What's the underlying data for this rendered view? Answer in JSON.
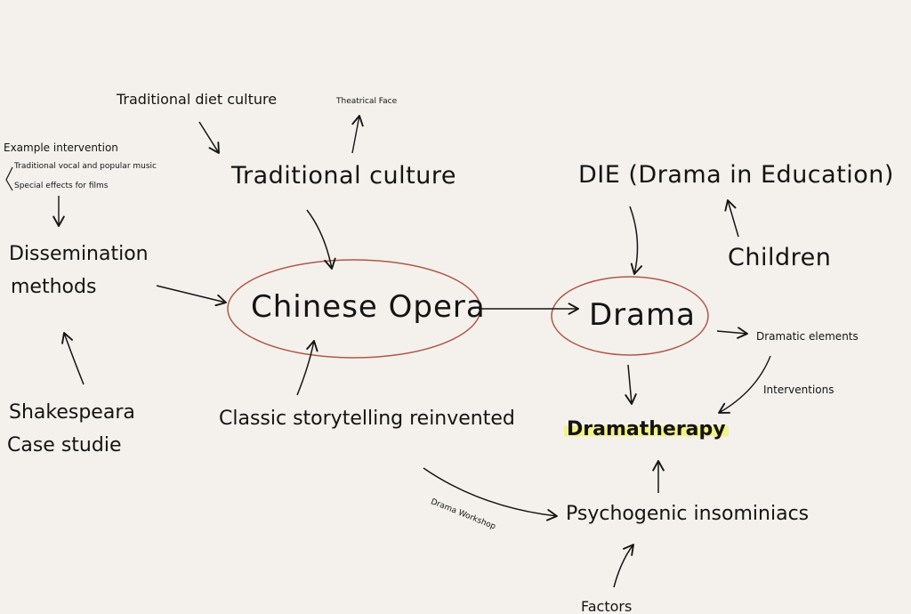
{
  "nodes": {
    "chinese_opera": "Chinese Opera",
    "drama": "Drama",
    "traditional_culture": "Traditional culture",
    "traditional_diet_culture": "Traditional diet culture",
    "theatrical_face": "Theatrical Face",
    "die": "DIE (Drama in Education)",
    "children": "Children",
    "example_intervention": "Example intervention",
    "traditional_vocal": "Traditional vocal and popular music",
    "special_effects": "Special effects for films",
    "dissemination_line1": "Dissemination",
    "dissemination_line2": "methods",
    "shakespeara_line1": "Shakespeara",
    "shakespeara_line2": "Case studie",
    "classic_storytelling": "Classic storytelling reinvented",
    "dramatic_elements": "Dramatic elements",
    "interventions": "Interventions",
    "dramatherapy": "Dramatherapy",
    "psychogenic": "Psychogenic insominiacs",
    "drama_workshop": "Drama Workshop",
    "factors": "Factors"
  },
  "colors": {
    "ellipse_stroke": "#b0574a",
    "ink": "#141414",
    "highlight": "#f3f18a",
    "paper": "#f4f1ec"
  }
}
